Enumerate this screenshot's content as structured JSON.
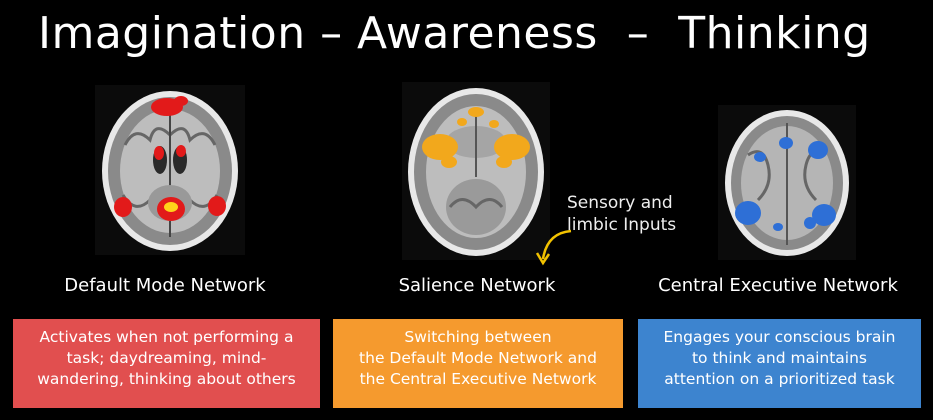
{
  "title": "Imagination – Awareness  –  Thinking",
  "annotation": [
    "Sensory and",
    "limbic Inputs"
  ],
  "networks": [
    {
      "label": "Default Mode Network",
      "box_lines": [
        "Activates when not performing a",
        "task; daydreaming, mind-",
        "wandering, thinking about others"
      ],
      "box_color": "#e14f4f",
      "activation_color": "#e21a1a"
    },
    {
      "label": "Salience Network",
      "box_lines": [
        "Switching between",
        "the Default Mode Network and",
        "the Central Executive Network"
      ],
      "box_color": "#f59a2e",
      "activation_color": "#f2a81c"
    },
    {
      "label": "Central Executive Network",
      "box_lines": [
        "Engages your conscious brain",
        "to think and maintains",
        "attention on a prioritized task"
      ],
      "box_color": "#3d84cf",
      "activation_color": "#2e6fd6"
    }
  ]
}
